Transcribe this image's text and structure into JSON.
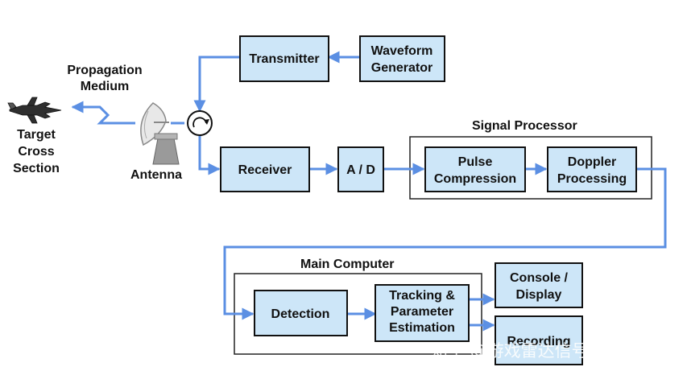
{
  "colors": {
    "block_fill": "#cde6f8",
    "block_stroke": "#111111",
    "arrow": "#5b8fe3",
    "group_stroke": "#222222"
  },
  "blocks": {
    "waveform_generator": [
      "Waveform",
      "Generator"
    ],
    "transmitter": [
      "Transmitter"
    ],
    "receiver": [
      "Receiver"
    ],
    "ad": [
      "A / D"
    ],
    "pulse_compression": [
      "Pulse",
      "Compression"
    ],
    "doppler_processing": [
      "Doppler",
      "Processing"
    ],
    "detection": [
      "Detection"
    ],
    "tracking": [
      "Tracking &",
      "Parameter",
      "Estimation"
    ],
    "console": [
      "Console /",
      "Display"
    ],
    "recording": [
      "Recording"
    ]
  },
  "labels": {
    "propagation": [
      "Propagation",
      "Medium"
    ],
    "target": [
      "Target",
      "Cross",
      "Section"
    ],
    "antenna": "Antenna"
  },
  "groups": {
    "signal_processor": "Signal Processor",
    "main_computer": "Main Computer"
  },
  "watermark": "知乎 @游戏雷达信号电路"
}
